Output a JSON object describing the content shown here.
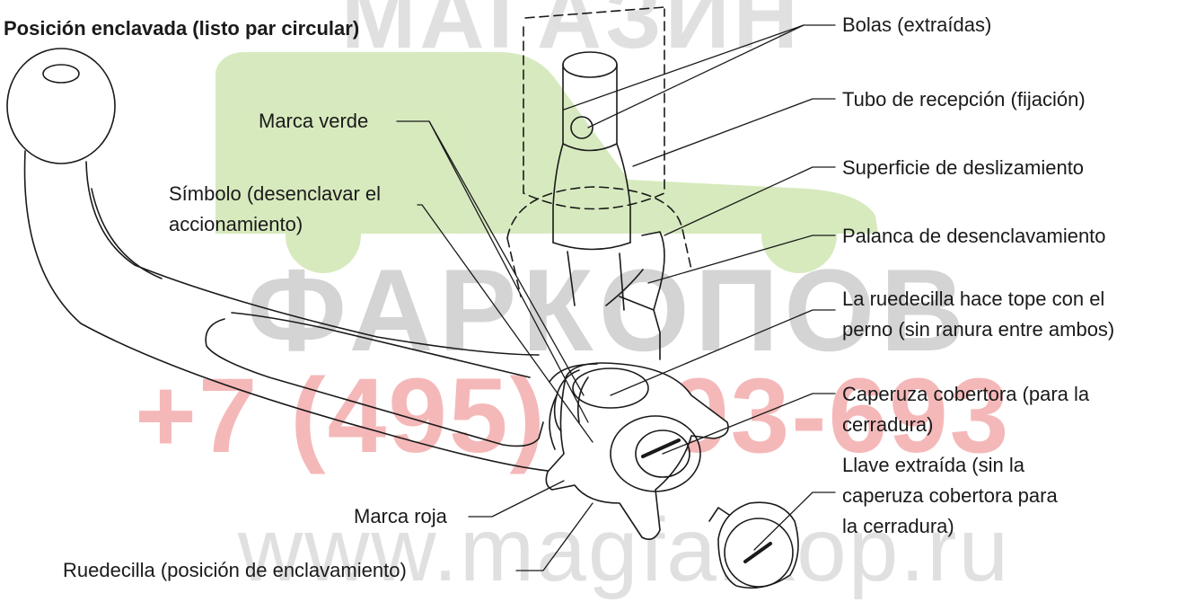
{
  "title": "Posición enclavada (listo par circular)",
  "labels": {
    "bolas": "Bolas (extraídas)",
    "tubo": "Tubo de recepción (fijación)",
    "superficie": "Superficie de deslizamiento",
    "palanca": "Palanca de desenclavamiento",
    "ruedecilla_tope_1": "La ruedecilla hace tope con el",
    "ruedecilla_tope_2": "perno (sin ranura entre ambos)",
    "caperuza_1": "Caperuza cobertora (para la",
    "caperuza_2": "cerradura)",
    "llave_1": "Llave extraída (sin la",
    "llave_2": "caperuza cobertora para",
    "llave_3": "la cerradura)",
    "marca_verde": "Marca verde",
    "simbolo_1": "Símbolo (desenclavar el",
    "simbolo_2": "accionamiento)",
    "marca_roja": "Marca roja",
    "ruedecilla_pos": "Ruedecilla (posición de enclavamiento)"
  },
  "watermark": {
    "top": "МАГАЗИН",
    "middle": "ФАРКОПОВ",
    "phone": "+7 (495) 6 93-693",
    "url": "www.magfarkop.ru"
  },
  "colors": {
    "line": "#1a1a1a",
    "watermark_green": "#b7d98a",
    "watermark_gray": "#c8c8c8",
    "watermark_red": "#f08a8a"
  }
}
